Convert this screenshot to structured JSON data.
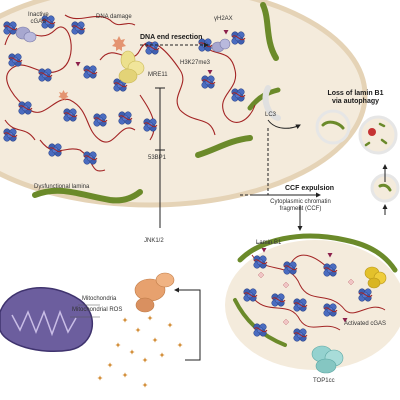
{
  "labels": {
    "inactive_cgas": "Inactive\ncGAS",
    "dna_damage": "DNA damage",
    "dna_end_resection": "DNA end resection",
    "gamma_h2ax": "γH2AX",
    "h3k27me3": "H3K27me3",
    "mre11": "MRE11",
    "bp1": "53BP1",
    "lc3": "LC3",
    "loss_lamin_b1": "Loss of lamin B1\nvia autophagy",
    "ccf_expulsion": "CCF expulsion",
    "ccf": "Cytoplasmic chromatin\nfragment (CCF)",
    "dysfunctional_lamina": "Dysfunctional lamina",
    "jnk": "JNK1/2",
    "lamin_b1": "Lamin B1",
    "mitochondria": "Mitochondria",
    "mito_ros": "Mitochondrial ROS",
    "activated_cgas": "Activated cGAS",
    "top1cc": "TOP1cc"
  },
  "colors": {
    "nucleus": "#f4ebdc",
    "nucleus_edge": "#e5d3b6",
    "chromatin_fiber": "#a32424",
    "nucleosome": "#3f5fb0",
    "lamina": "#6b8a2a",
    "cgas_inactive": "#a7a7cf",
    "cgas_active": "#e3c12b",
    "mre11": "#ece08d",
    "jnk": "#e7a16e",
    "mitochondria": "#6c5e9e",
    "top1cc": "#94d2cf",
    "ros": "#d1892f",
    "damage": "#e0855e",
    "methyl_mark": "#8c1f4b"
  }
}
